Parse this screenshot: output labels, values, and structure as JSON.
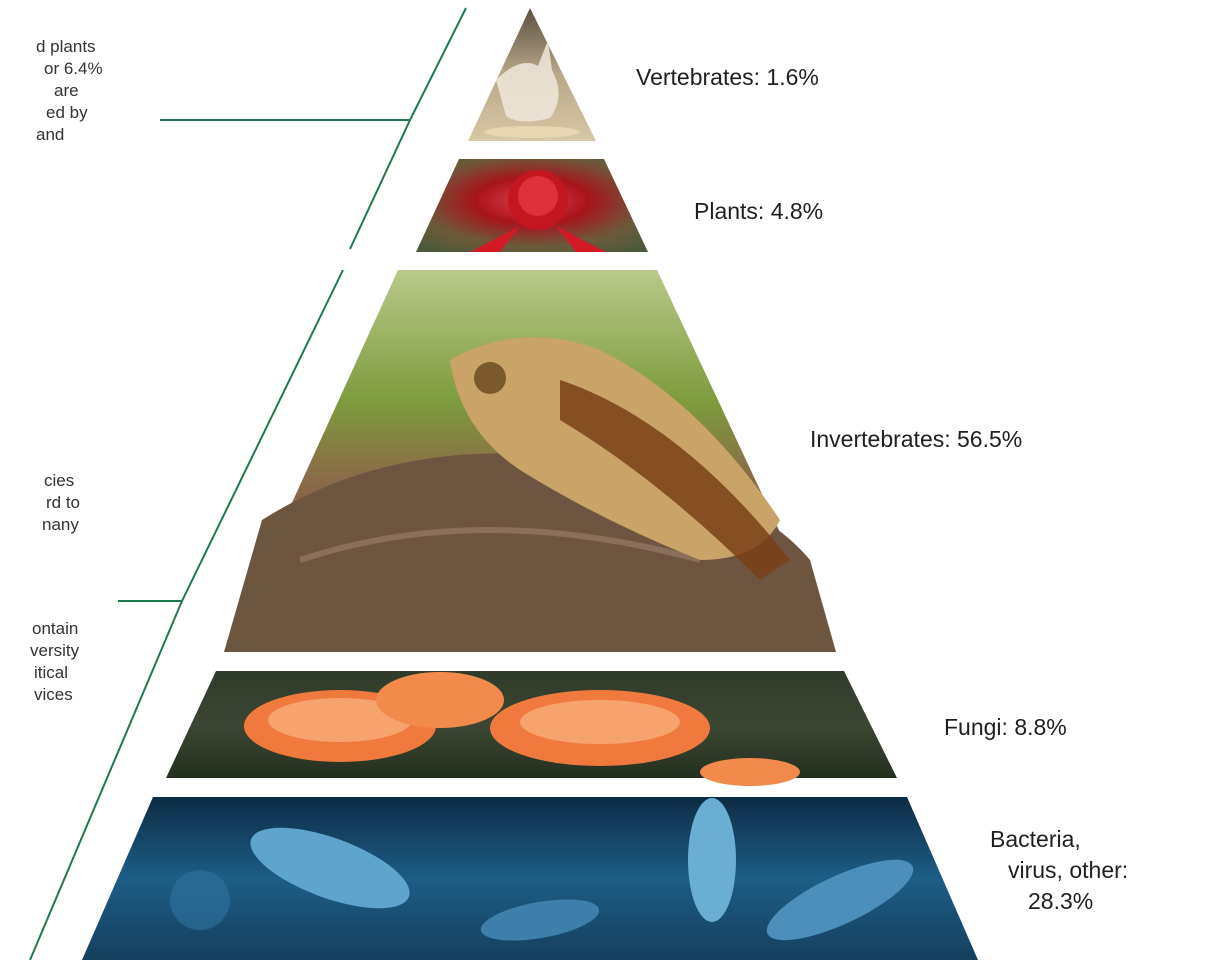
{
  "intro_top": [
    "d plants",
    "or 6.4%",
    "are",
    "ed by",
    "and"
  ],
  "intro_bottom_a": [
    "cies",
    "rd to",
    "nany"
  ],
  "intro_bottom_b": [
    "ontain",
    "versity",
    "itical",
    "vices"
  ],
  "tiers": [
    {
      "id": "vertebrates",
      "label": "Vertebrates: 1.6%",
      "value": 1.6
    },
    {
      "id": "plants",
      "label": "Plants: 4.8%",
      "value": 4.8
    },
    {
      "id": "invertebrates",
      "label": "Invertebrates: 56.5%",
      "value": 56.5
    },
    {
      "id": "fungi",
      "label": "Fungi: 8.8%",
      "value": 8.8
    },
    {
      "id": "bacteria",
      "label_lines": [
        "Bacteria,",
        "virus, other:",
        "28.3%"
      ],
      "value": 28.3
    }
  ],
  "colors": {
    "connector_line": "#1e7a4c",
    "vertebrates": "#a89a82",
    "plants": "#c2262e",
    "invertebrates": "#7c8f3a",
    "fungi": "#e8743a",
    "bacteria": "#2f86b6"
  }
}
